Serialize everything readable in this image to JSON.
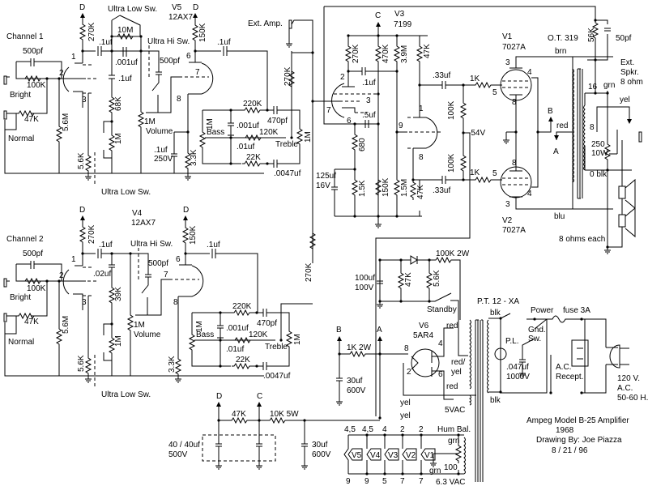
{
  "title": {
    "model": "Ampeg Model B-25 Amplifier",
    "year": "1968",
    "author": "Drawing By: Joe Piazza",
    "date": "8 / 21 / 96"
  },
  "channels": {
    "ch1": {
      "label": "Channel 1",
      "bright": "Bright",
      "normal": "Normal"
    },
    "ch2": {
      "label": "Channel 2",
      "bright": "Bright",
      "normal": "Normal"
    }
  },
  "tubes": {
    "v1": {
      "name": "V1",
      "type": "7027A"
    },
    "v2": {
      "name": "V2",
      "type": "7027A"
    },
    "v3": {
      "name": "V3",
      "type": "7199"
    },
    "v4": {
      "name": "V4",
      "type": "12AX7"
    },
    "v5": {
      "name": "V5",
      "type": "12AX7"
    },
    "v6": {
      "name": "V6",
      "type": "5AR4"
    }
  },
  "switches": {
    "ultra_low": "Ultra Low Sw.",
    "ultra_hi": "Ultra Hi Sw.",
    "standby": "Standby",
    "power": "Power",
    "gnd": "Gnd.",
    "gnd2": "Sw."
  },
  "controls": {
    "volume": "Volume",
    "bass": "Bass",
    "treble": "Treble",
    "hum_bal": "Hum Bal."
  },
  "components": {
    "c500pf": "500pf",
    "r100k": "100K",
    "r47k": "47K",
    "r56m": "5.6M",
    "r56k": "5.6K",
    "r270k": "270K",
    "c1uf": ".1uf",
    "r10m": "10M",
    "c001uf": ".001uf",
    "r68k": "68K",
    "r1m": "1M",
    "r150k": "150K",
    "r33k": "3.3K",
    "c1uf250": ".1uf",
    "v250": "250V",
    "r220k": "220K",
    "c470pf": "470pf",
    "r120k": "120K",
    "c01uf": ".01uf",
    "r22k": "22K",
    "c0047uf": ".0047uf",
    "c02uf": ".02uf",
    "r39k": "39K",
    "r470k": "470K",
    "r39m": "3.9M",
    "c5uf": ".5uf",
    "r680": "680",
    "c125uf": "125uf",
    "v16": "16V",
    "r15k": "1.5K",
    "r15m": "1.5M",
    "c33uf": ".33uf",
    "r1k": "1K",
    "neg54": "-54V",
    "c50pf": "50pf",
    "r56kfb": "56K",
    "r250": "250",
    "w10": "10W",
    "c100uf": "100uf",
    "v100": "100V",
    "r100k2w": "100K 2W",
    "r1k2w": "1K 2W",
    "c30uf": "30uf",
    "v600": "600V",
    "r10k5w": "10K 5W",
    "c4040": "40 / 40uf",
    "v500": "500V",
    "c047uf": ".047uf",
    "v1000": "1000V",
    "pl": "P.L.",
    "fuse": "fuse 3A",
    "recept1": "A.C.",
    "recept2": "Recept.",
    "mains1": "120 V.",
    "mains2": "A.C.",
    "mains3": "50-60 H.",
    "r100": "100",
    "vac63": "6.3 VAC",
    "vac5": "5VAC"
  },
  "transformers": {
    "ot": "O.T. 319",
    "pt": "P.T. 12 - XA",
    "brn": "brn",
    "blu": "blu",
    "red": "red",
    "grn": "grn",
    "yel": "yel",
    "blk": "blk",
    "tap16": "16",
    "tap8": "8",
    "tap0": "0 blk",
    "redyel1": "red/",
    "redyel2": "yel"
  },
  "speaker": {
    "ext1": "Ext.",
    "ext2": "Spkr.",
    "ext3": "8 ohm",
    "each": "8 ohms each"
  },
  "ext_amp": "Ext. Amp.",
  "nodes": {
    "a": "A",
    "b": "B",
    "c": "C",
    "d": "D"
  },
  "heaters": {
    "tubes": [
      "V5",
      "V4",
      "V3",
      "V2",
      "V1"
    ],
    "top_pins": [
      "4,5",
      "4,5",
      "4",
      "2",
      "2"
    ],
    "bottom_pins": [
      "9",
      "9",
      "5",
      "7",
      "7"
    ]
  },
  "pins": {
    "p1": "1",
    "p2": "2",
    "p3": "3",
    "p4": "4",
    "p5": "5",
    "p6": "6",
    "p7": "7",
    "p8": "8",
    "p9": "9"
  }
}
